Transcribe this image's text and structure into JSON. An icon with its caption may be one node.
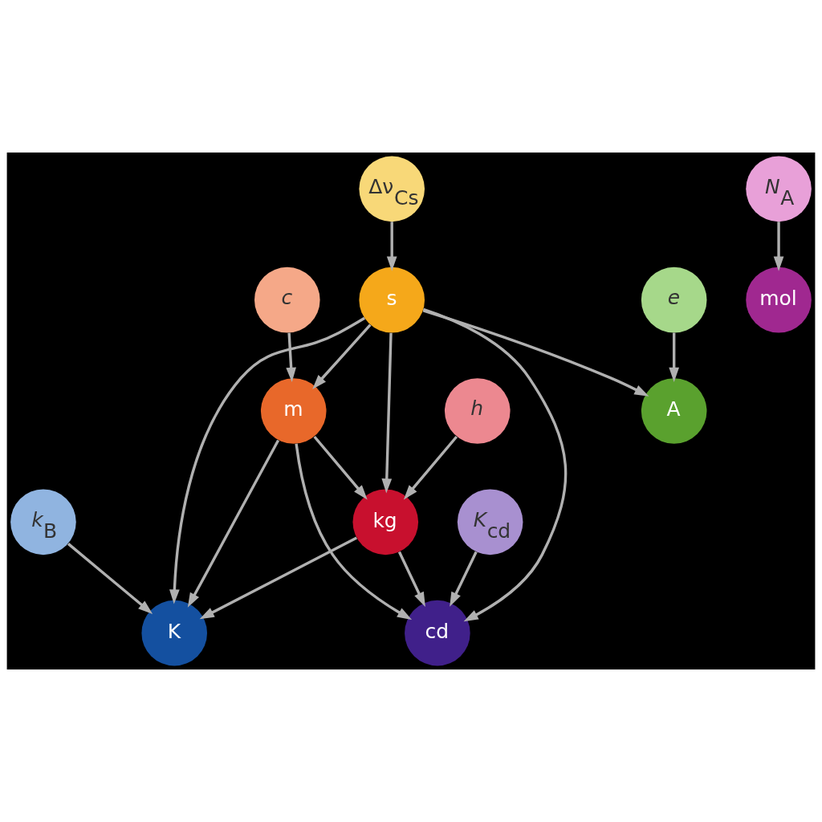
{
  "diagram": {
    "nodes": [
      {
        "text": [
          "Δν$_{Cs}$"
        ]
      },
      {
        "text": [
          "c"
        ]
      },
      {
        "text": [
          "s"
        ]
      },
      {
        "text": [
          "h"
        ]
      },
      {
        "text": [
          "m"
        ]
      },
      {
        "text": [
          "kg"
        ]
      },
      {
        "text": [
          "A"
        ]
      },
      {
        "text": [
          "e"
        ]
      },
      {
        "text": [
          "mol"
        ]
      },
      {
        "text": [
          "*N*$_{A}$"
        ]
      },
      {
        "text": [
          "K"
        ]
      },
      {
        "text": [
          "cd"
        ]
      },
      {
        "text": [
          "*k*$_{B}$"
        ]
      },
      {
        "text": [
          "*K*$_{cd}$"
        ]
      }
    ],
    "edges": [
      {
        "from": 0,
        "to": 2,
        "arrow": "to"
      },
      {
        "from": 1,
        "to": 4,
        "arrow": "to"
      },
      {
        "from": 3,
        "to": 5,
        "arrow": "to"
      },
      {
        "from": 2,
        "to": 4,
        "arrow": "to"
      },
      {
        "from": 2,
        "to": 5,
        "arrow": "to"
      },
      {
        "from": 4,
        "to": 5,
        "arrow": "to"
      },
      {
        "from": 2,
        "to": 6,
        "arrow": "to"
      },
      {
        "from": 2,
        "to": 10,
        "arrow": "to"
      },
      {
        "from": 2,
        "to": 11,
        "arrow": "to"
      },
      {
        "from": 4,
        "to": 10,
        "arrow": "to"
      },
      {
        "from": 4,
        "to": 11,
        "arrow": "to"
      },
      {
        "from": 5,
        "to": 10,
        "arrow": "to"
      },
      {
        "from": 5,
        "to": 11,
        "arrow": "to"
      },
      {
        "from": 7,
        "to": 6,
        "arrow": "to"
      },
      {
        "from": 9,
        "to": 8,
        "arrow": "to"
      },
      {
        "from": 12,
        "to": 10,
        "arrow": "to"
      },
      {
        "from": 13,
        "to": 11,
        "arrow": "to"
      }
    ]
  }
}
